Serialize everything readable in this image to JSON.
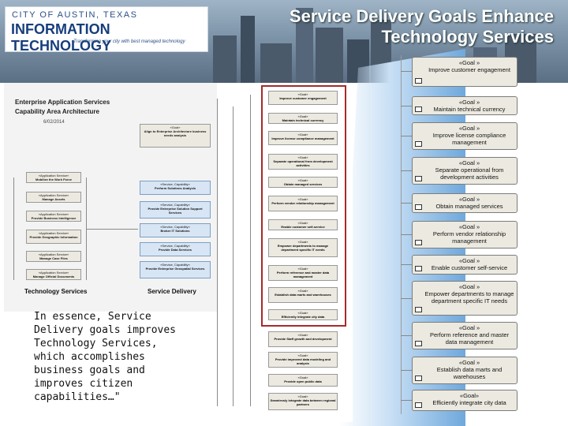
{
  "header": {
    "logo_line1": "CITY OF AUSTIN, TEXAS",
    "logo_line2": "INFORMATION TECHNOLOGY",
    "logo_tagline": "Transforming your city with best managed technology",
    "title": "Service Delivery Goals Enhance Technology Services"
  },
  "diagram": {
    "heading": "Enterprise Application Services",
    "subheading": "Capability Area Architecture",
    "date": "6/02/2014",
    "tech_label": "Technology Services",
    "sd_label": "Service Delivery",
    "app_services": [
      {
        "stereo": "«Application Service»",
        "name": "Mobilize the Work Force"
      },
      {
        "stereo": "«Application Service»",
        "name": "Manage Assets"
      },
      {
        "stereo": "«Application Service»",
        "name": "Provide Business Intelligence"
      },
      {
        "stereo": "«Application Service»",
        "name": "Provide Geographic Information"
      },
      {
        "stereo": "«Application Service»",
        "name": "Manage Case Files"
      },
      {
        "stereo": "«Application Service»",
        "name": "Manage Official Documents"
      }
    ],
    "capabilities": [
      {
        "stereo": "«Service, Capability»",
        "name": "Perform Solutions Analysis"
      },
      {
        "stereo": "«Service, Capability»",
        "name": "Provide Enterprise Solution Support Services"
      },
      {
        "stereo": "«Service, Capability»",
        "name": "Broker IT Solutions"
      },
      {
        "stereo": "«Service, Capability»",
        "name": "Provide Data Services"
      },
      {
        "stereo": "«Service, Capability»",
        "name": "Provide Enterprise Geospatial Services"
      }
    ],
    "top_goal": {
      "stereo": "«Goal»",
      "name": "Align to Enterprise Architecture business needs analysis"
    },
    "goals": [
      {
        "stereo": "«Goal»",
        "name": "Improve customer engagement"
      },
      {
        "stereo": "«Goal»",
        "name": "Maintain technical currency"
      },
      {
        "stereo": "«Goal»",
        "name": "Improve license compliance management"
      },
      {
        "stereo": "«Goal»",
        "name": "Separate operational from development activities"
      },
      {
        "stereo": "«Goal»",
        "name": "Obtain managed services"
      },
      {
        "stereo": "«Goal»",
        "name": "Perform vendor relationship management"
      },
      {
        "stereo": "«Goal»",
        "name": "Enable customer self-service"
      },
      {
        "stereo": "«Goal»",
        "name": "Empower departments to manage department specific IT needs"
      },
      {
        "stereo": "«Goal»",
        "name": "Perform reference and master data management"
      },
      {
        "stereo": "«Goal»",
        "name": "Establish data marts and warehouses"
      },
      {
        "stereo": "«Goal»",
        "name": "Efficiently integrate city data"
      },
      {
        "stereo": "«Goal»",
        "name": "Provide Staff growth and development"
      },
      {
        "stereo": "«Goal»",
        "name": "Provide improved data modeling and analysis"
      },
      {
        "stereo": "«Goal»",
        "name": "Provide open public data"
      },
      {
        "stereo": "«Goal»",
        "name": "Seamlessly integrate data between regional partners"
      }
    ]
  },
  "zoomed_goals": [
    {
      "stereo": "«Goal »",
      "name": "Improve customer engagement"
    },
    {
      "stereo": "«Goal »",
      "name": "Maintain technical currency"
    },
    {
      "stereo": "«Goal »",
      "name": "Improve license compliance management"
    },
    {
      "stereo": "«Goal »",
      "name": "Separate operational from development activities"
    },
    {
      "stereo": "«Goal »",
      "name": "Obtain managed services"
    },
    {
      "stereo": "«Goal »",
      "name": "Perform vendor relationship management"
    },
    {
      "stereo": "«Goal »",
      "name": "Enable customer self-service"
    },
    {
      "stereo": "«Goal »",
      "name": "Empower departments to manage department specific IT needs"
    },
    {
      "stereo": "«Goal »",
      "name": "Perform reference and master data management"
    },
    {
      "stereo": "«Goal »",
      "name": "Establish data marts and warehouses"
    },
    {
      "stereo": "«Goal»",
      "name": "Efficiently integrate city data"
    }
  ],
  "quote": "In essence, Service Delivery goals improves Technology Services, which accomplishes business goals and improves citizen capabilities…\""
}
